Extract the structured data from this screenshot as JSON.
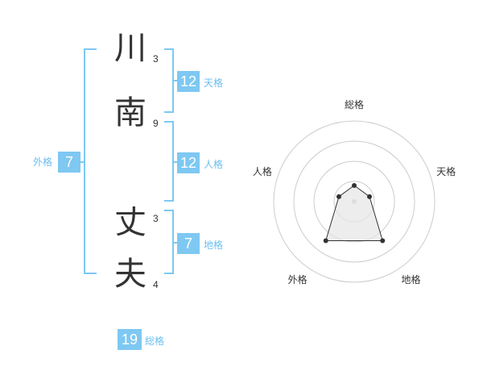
{
  "name": {
    "characters": [
      {
        "char": "川",
        "strokes": "3"
      },
      {
        "char": "南",
        "strokes": "9"
      },
      {
        "char": "丈",
        "strokes": "3"
      },
      {
        "char": "夫",
        "strokes": "4"
      }
    ]
  },
  "kakusu": {
    "tenkaku": {
      "value": "12",
      "label": "天格"
    },
    "jinkaku": {
      "value": "12",
      "label": "人格"
    },
    "chikaku": {
      "value": "7",
      "label": "地格"
    },
    "gaikaku": {
      "value": "7",
      "label": "外格"
    },
    "soukaku": {
      "value": "19",
      "label": "総格"
    }
  },
  "chart_data": {
    "type": "radar",
    "axes": [
      "総格",
      "天格",
      "地格",
      "外格",
      "人格"
    ],
    "values": [
      1,
      1,
      3,
      3,
      1
    ],
    "max": 5,
    "rings": 4,
    "colors": {
      "fill": "#e6e6e6",
      "line": "#333333",
      "grid": "#cccccc",
      "accent": "#7ec8f2"
    }
  }
}
